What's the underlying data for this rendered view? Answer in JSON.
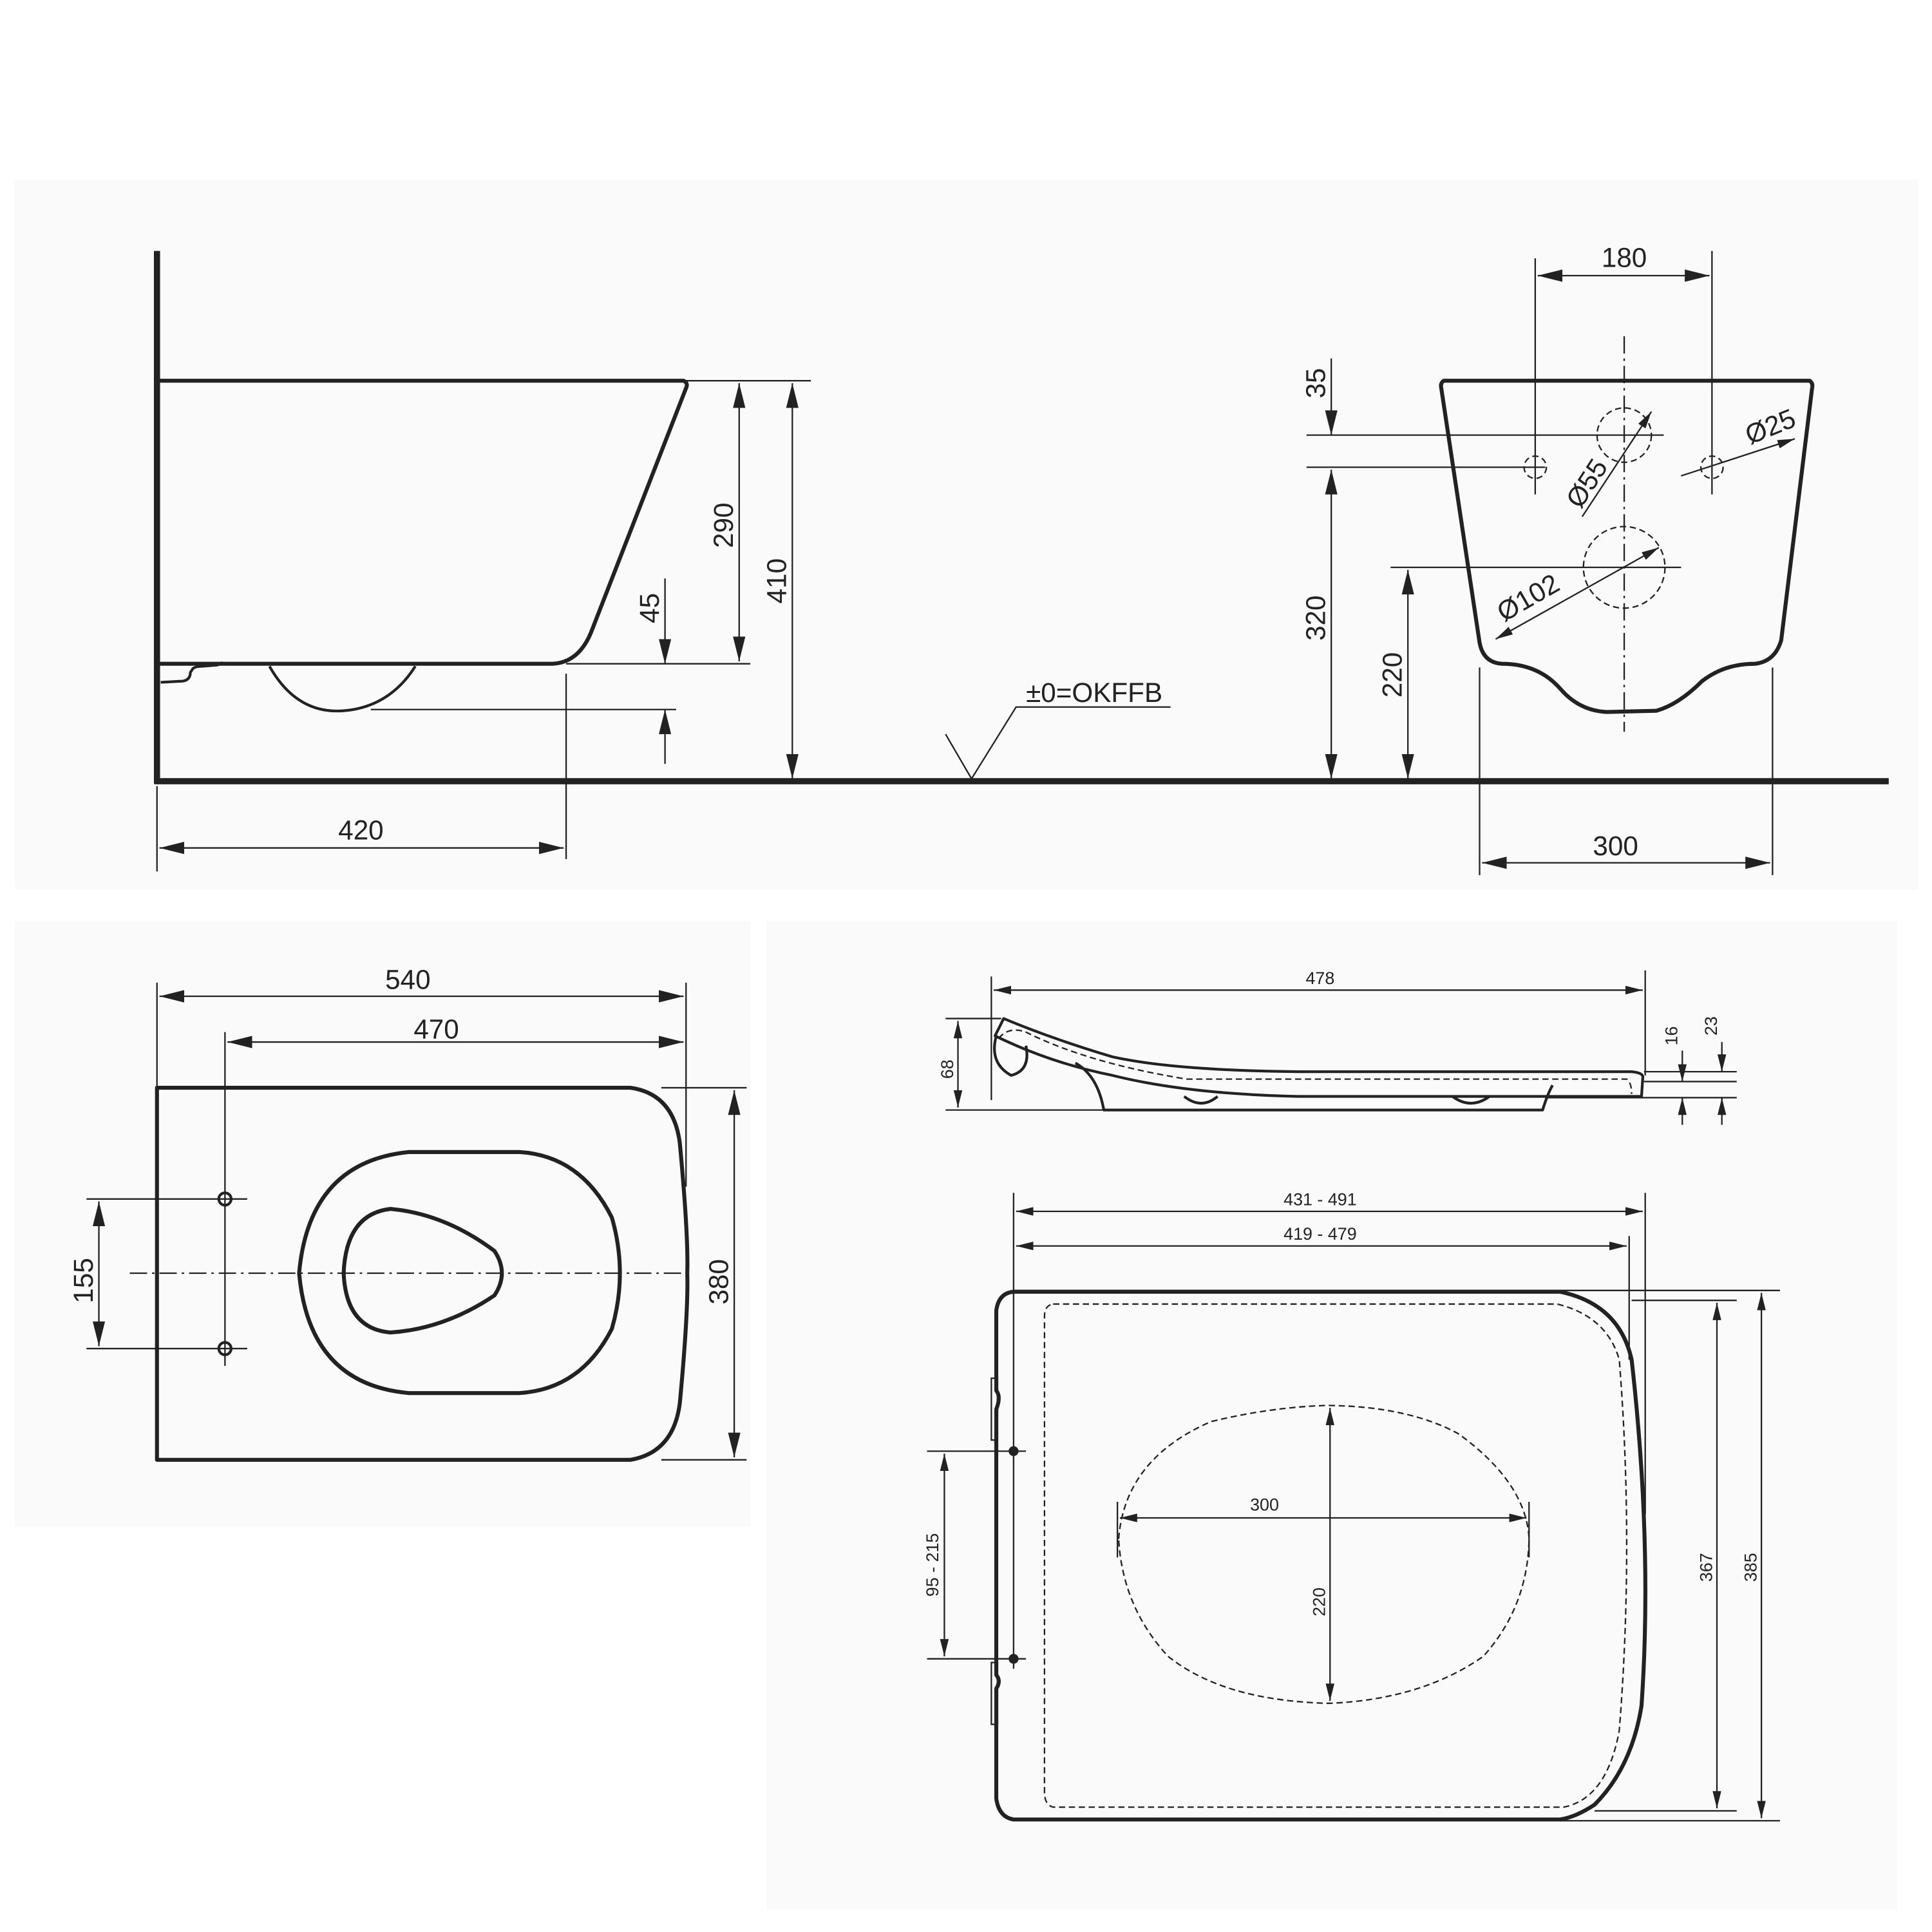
{
  "drawing": {
    "type": "technical-dimension-drawing",
    "subject": "wall-hung toilet with seat",
    "colors": {
      "line": "#222222",
      "panel": "#fafafa",
      "background": "#ffffff"
    }
  },
  "side_view": {
    "dims": {
      "height_bowl": "290",
      "height_total": "410",
      "outlet_offset": "45",
      "projection": "420"
    }
  },
  "front_view": {
    "dims": {
      "bolt_spacing": "180",
      "pipe_small_dia": "Ø25",
      "inlet_dia": "Ø55",
      "outlet_dia": "Ø102",
      "top_offset": "35",
      "inlet_height": "320",
      "outlet_height": "220",
      "width": "300"
    },
    "floor_label": "±0=OKFFB"
  },
  "top_view": {
    "dims": {
      "length": "540",
      "length_from_bolts": "470",
      "bolt_spacing": "155",
      "width": "380"
    }
  },
  "seat_side_view": {
    "dims": {
      "length": "478",
      "height": "68",
      "thickness_a": "16",
      "thickness_b": "23"
    }
  },
  "seat_top_view": {
    "dims": {
      "length_outer": "431 - 491",
      "length_inner": "419 - 479",
      "hinge_spacing": "95 - 215",
      "opening_width": "300",
      "opening_depth": "220",
      "width_inner": "367",
      "width_outer": "385"
    }
  }
}
